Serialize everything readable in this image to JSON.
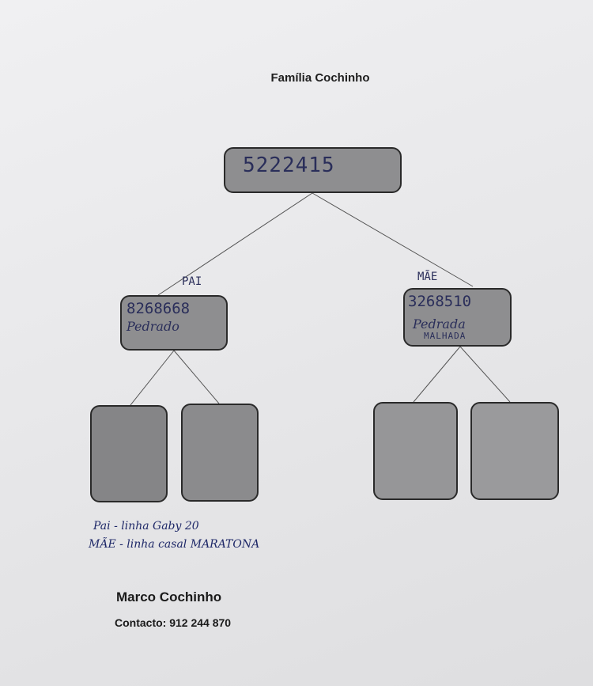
{
  "title": "Família Cochinho",
  "root": {
    "id": "5222415"
  },
  "father": {
    "label": "PAI",
    "id": "8268668",
    "name": "Pedrado"
  },
  "mother": {
    "label": "MÃE",
    "id": "3268510",
    "name": "Pedrada",
    "extra": "MALHADA"
  },
  "notes": [
    "Pai - linha Gaby 20",
    "MÃE - linha casal MARATONA"
  ],
  "owner": {
    "name": "Marco Cochinho",
    "contact": "Contacto: 912 244 870"
  }
}
